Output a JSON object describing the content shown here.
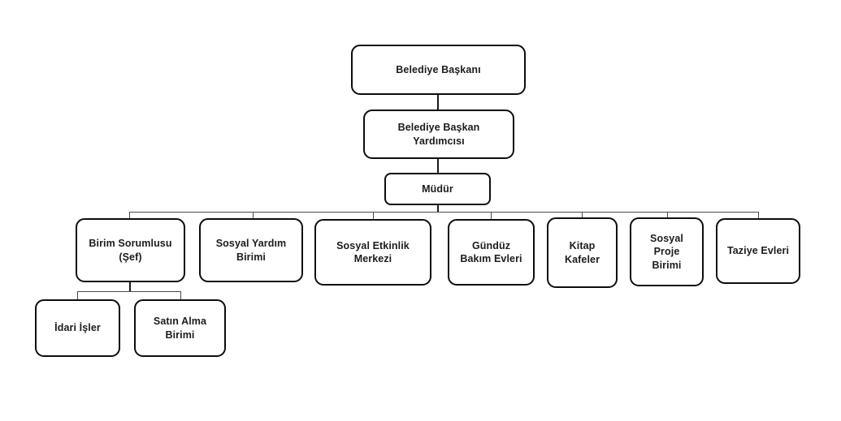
{
  "diagram": {
    "type": "org-chart",
    "background_color": "#ffffff",
    "node_fill_color": "#ffffff",
    "node_border_color": "#0d0d0d",
    "text_color": "#1c1c1c",
    "connector_color": "#4a4a4a",
    "nodes": [
      {
        "id": "belediye-baskani",
        "label": "Belediye Başkanı",
        "lines": [
          "Belediye Başkanı"
        ],
        "parent": null
      },
      {
        "id": "belediye-baskan-yardimcisi",
        "label": "Belediye Başkan Yardımcısı",
        "lines": [
          "Belediye Başkan",
          "Yardımcısı"
        ],
        "parent": "belediye-baskani"
      },
      {
        "id": "mudur",
        "label": "Müdür",
        "lines": [
          "Müdür"
        ],
        "parent": "belediye-baskan-yardimcisi"
      },
      {
        "id": "birim-sorumlusu-sef",
        "label": "Birim Sorumlusu (Şef)",
        "lines": [
          "Birim Sorumlusu",
          "(Şef)"
        ],
        "parent": "mudur"
      },
      {
        "id": "sosyal-yardim-birimi",
        "label": "Sosyal Yardım Birimi",
        "lines": [
          "Sosyal Yardım",
          "Birimi"
        ],
        "parent": "mudur"
      },
      {
        "id": "sosyal-etkinlik-merkezi",
        "label": "Sosyal Etkinlik Merkezi",
        "lines": [
          "Sosyal Etkinlik",
          "Merkezi"
        ],
        "parent": "mudur"
      },
      {
        "id": "gunduz-bakim-evleri",
        "label": "Gündüz Bakım Evleri",
        "lines": [
          "Gündüz",
          "Bakım Evleri"
        ],
        "parent": "mudur"
      },
      {
        "id": "kitap-kafeler",
        "label": "Kitap Kafeler",
        "lines": [
          "Kitap",
          "Kafeler"
        ],
        "parent": "mudur"
      },
      {
        "id": "sosyal-proje-birimi",
        "label": "Sosyal Proje Birimi",
        "lines": [
          "Sosyal",
          "Proje",
          "Birimi"
        ],
        "parent": "mudur"
      },
      {
        "id": "taziye-evleri",
        "label": "Taziye Evleri",
        "lines": [
          "Taziye Evleri"
        ],
        "parent": "mudur"
      },
      {
        "id": "idari-isler",
        "label": "İdari İşler",
        "lines": [
          "İdari İşler"
        ],
        "parent": "birim-sorumlusu-sef"
      },
      {
        "id": "satin-alma-birimi",
        "label": "Satın Alma Birimi",
        "lines": [
          "Satın Alma",
          "Birimi"
        ],
        "parent": "birim-sorumlusu-sef"
      }
    ]
  }
}
